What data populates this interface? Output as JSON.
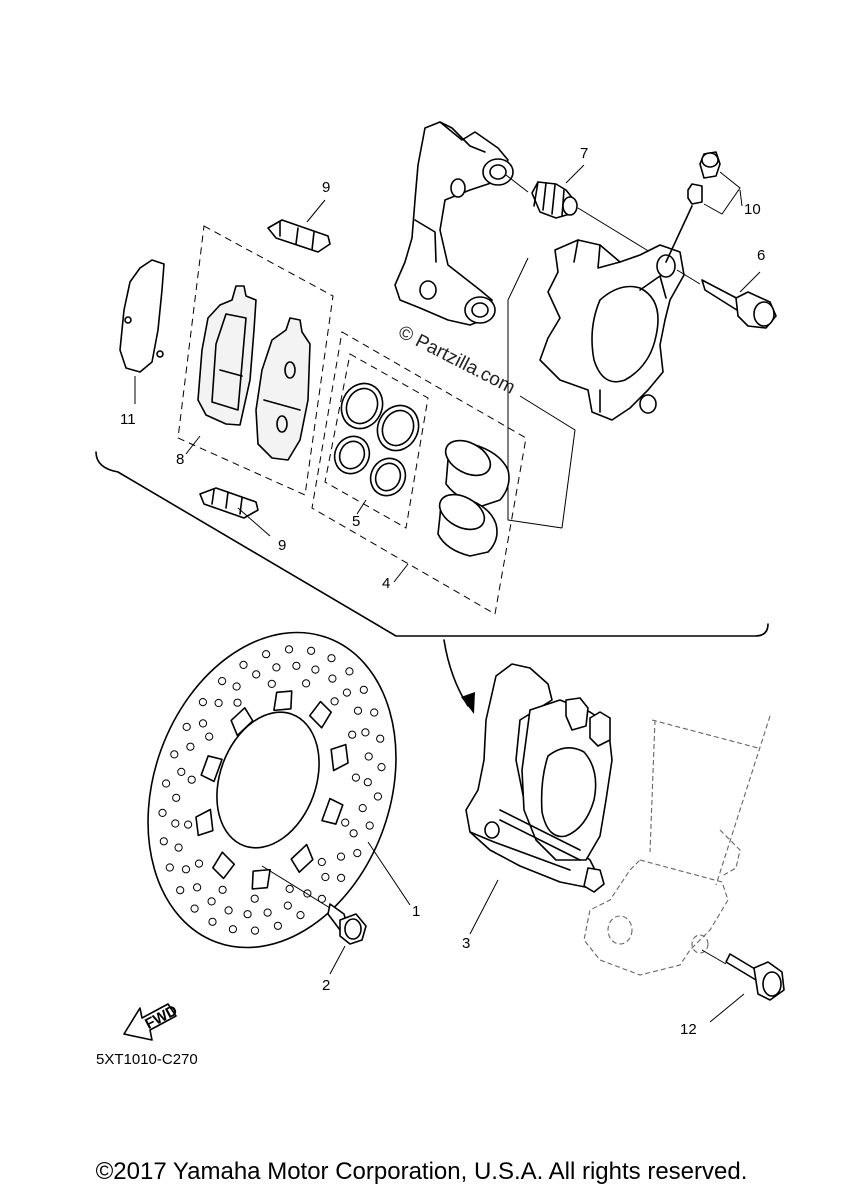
{
  "callouts": [
    {
      "id": "disc",
      "label": "1"
    },
    {
      "id": "disc-bolt",
      "label": "2"
    },
    {
      "id": "caliper-assembly",
      "label": "3"
    },
    {
      "id": "piston-seal-kit",
      "label": "4"
    },
    {
      "id": "seal-kit",
      "label": "5"
    },
    {
      "id": "caliper-bolt",
      "label": "6"
    },
    {
      "id": "boot",
      "label": "7"
    },
    {
      "id": "pad-kit",
      "label": "8"
    },
    {
      "id": "pad-spring-top",
      "label": "9"
    },
    {
      "id": "pad-spring-bottom",
      "label": "9"
    },
    {
      "id": "bleed-screw",
      "label": "10"
    },
    {
      "id": "pad-support",
      "label": "11"
    },
    {
      "id": "mount-bolt",
      "label": "12"
    }
  ],
  "fwd_label": "FWD",
  "watermark": "© Partzilla.com",
  "diagram_code": "5XT1010-C270",
  "copyright": "©2017 Yamaha Motor Corporation, U.S.A. All rights reserved."
}
